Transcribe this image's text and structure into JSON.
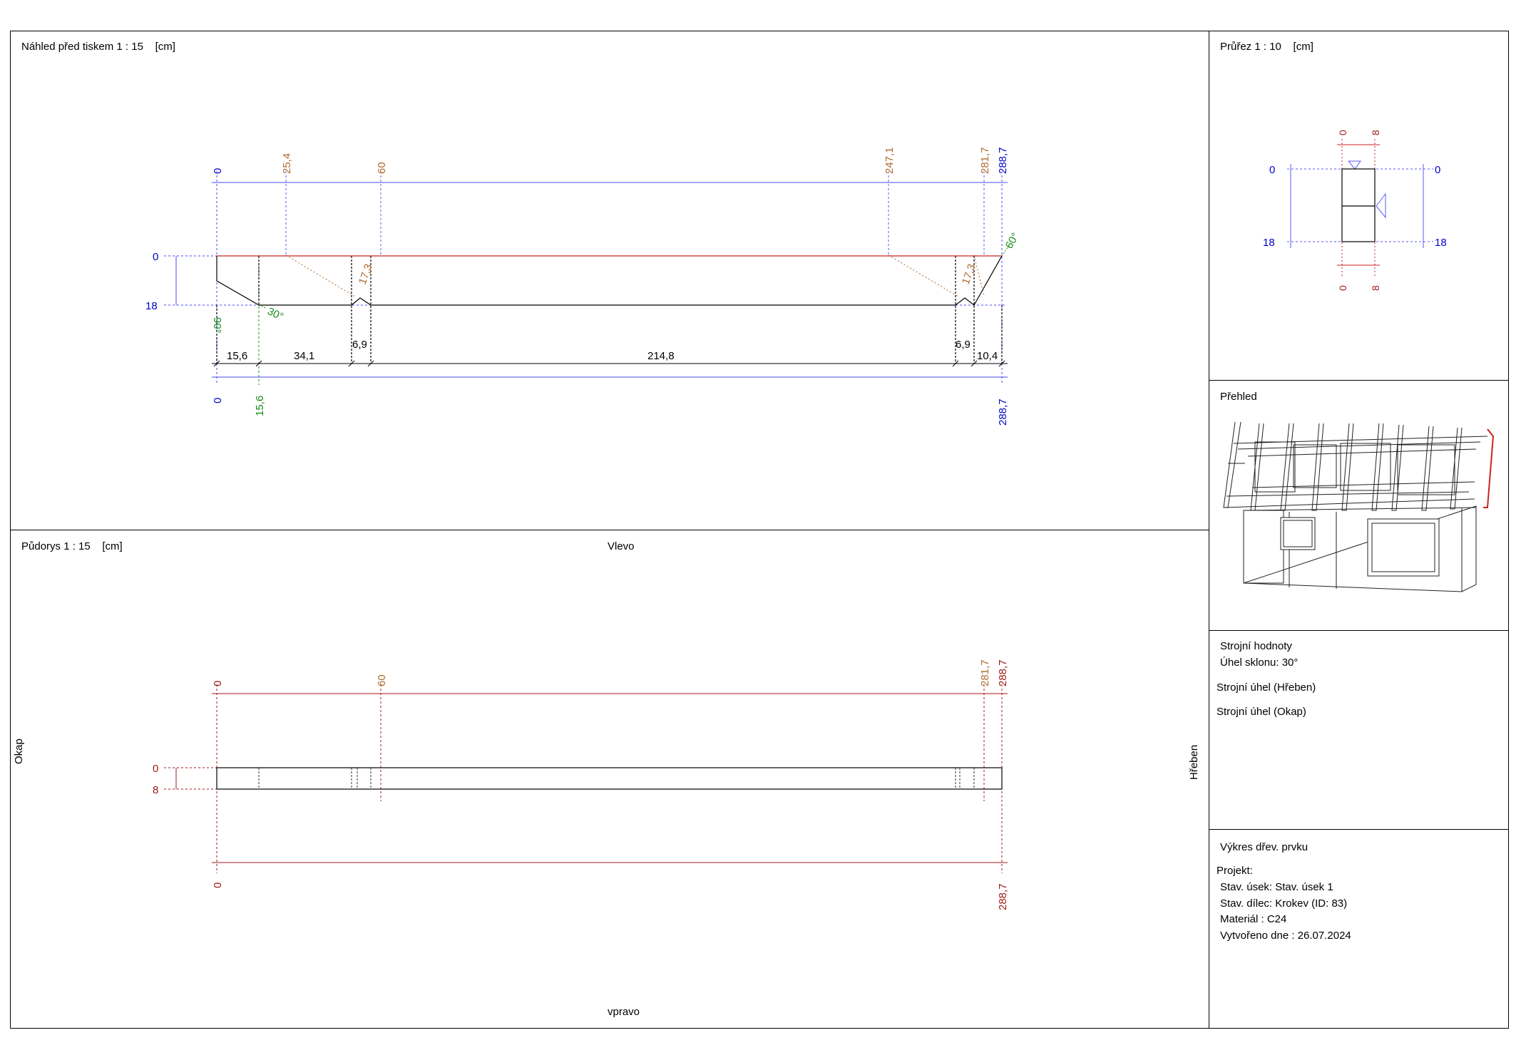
{
  "preview": {
    "title": "Náhled před tiskem 1 : 15    [cm]",
    "top_dims": [
      {
        "label": "0",
        "color": "#0000cc"
      },
      {
        "label": "25,4",
        "color": "#b06a2c"
      },
      {
        "label": "60",
        "color": "#b06a2c"
      },
      {
        "label": "247,1",
        "color": "#b06a2c"
      },
      {
        "label": "281,7",
        "color": "#b06a2c"
      },
      {
        "label": "288,7",
        "color": "#0000cc"
      }
    ],
    "left_dims": [
      "0",
      "18"
    ],
    "cut_labels": [
      "17,3",
      "17,3"
    ],
    "angles": {
      "left_end": "90°",
      "left_notch": "30°",
      "right_end": "60°"
    },
    "segments": [
      "15,6",
      "34,1",
      "6,9",
      "214,8",
      "6,9",
      "10,4"
    ],
    "bottom_dims": [
      {
        "label": "0",
        "color": "#0000cc"
      },
      {
        "label": "15,6",
        "color": "#1a8a1a"
      },
      {
        "label": "288,7",
        "color": "#0000cc"
      }
    ]
  },
  "plan": {
    "title": "Půdorys 1 : 15    [cm]",
    "top_label": "Vlevo",
    "bottom_label": "vpravo",
    "left_label": "Okap",
    "right_label": "Hřeben",
    "top_dims": [
      "0",
      "60",
      "281,7",
      "288,7"
    ],
    "left_dims": [
      "0",
      "8"
    ],
    "bottom_dims": [
      "0",
      "288,7"
    ]
  },
  "section": {
    "title": "Průřez 1 : 10    [cm]",
    "top_dims": [
      "0",
      "8"
    ],
    "side_dims": [
      "0",
      "18"
    ],
    "bottom_dims": [
      "0",
      "8"
    ]
  },
  "overview": {
    "title": "Přehled"
  },
  "machine": {
    "title": "Strojní hodnoty",
    "slope": "Úhel sklonu: 30°",
    "ridge": "Strojní úhel (Hřeben)",
    "eave": "Strojní úhel (Okap)"
  },
  "drawing": {
    "title": "Výkres dřev. prvku",
    "project": "Projekt:",
    "section": "Stav. úsek: Stav. úsek 1",
    "part": "Stav. dílec: Krokev (ID: 83)",
    "material": "Materiál : C24",
    "created": "Vytvořeno dne : 26.07.2024"
  },
  "colors": {
    "blue": "#0000cc",
    "orange": "#b06a2c",
    "green": "#1a8a1a",
    "red": "#cc2222",
    "darkred": "#a01818"
  }
}
